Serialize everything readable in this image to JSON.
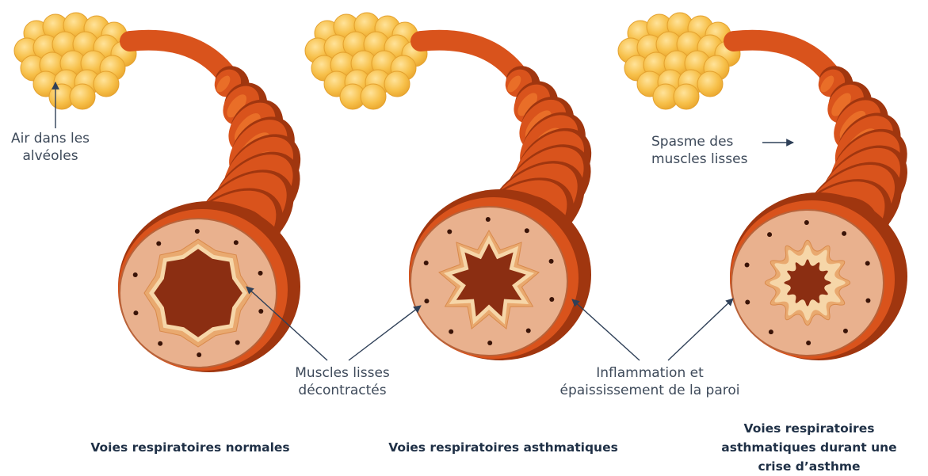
{
  "colors": {
    "tube_dark": "#a0360f",
    "tube_mid": "#d9531c",
    "tube_light": "#f07a2e",
    "wall": "#e9b18e",
    "lumen": "#8b2e12",
    "lining": "#f6d6a8",
    "alveoli": "#f5bb3d",
    "arrow": "#2f4058",
    "text": "#3e4a5a"
  },
  "panels": [
    {
      "id": "normal",
      "caption": [
        "Voies respiratoires normales"
      ],
      "lumen_state": "open"
    },
    {
      "id": "asthmatic",
      "caption": [
        "Voies respiratoires asthmatiques"
      ],
      "lumen_state": "narrowed"
    },
    {
      "id": "attack",
      "caption": [
        "Voies respiratoires",
        "asthmatiques durant une",
        "crise d’asthme"
      ],
      "lumen_state": "constricted"
    }
  ],
  "labels": {
    "air_alveoli": [
      "Air dans les",
      "alvéoles"
    ],
    "spasm": [
      "Spasme des",
      "muscles lisses"
    ],
    "smooth_muscle": [
      "Muscles lisses",
      "décontractés"
    ],
    "inflammation": [
      "Inflammation et",
      "épaississement de la paroi"
    ]
  }
}
